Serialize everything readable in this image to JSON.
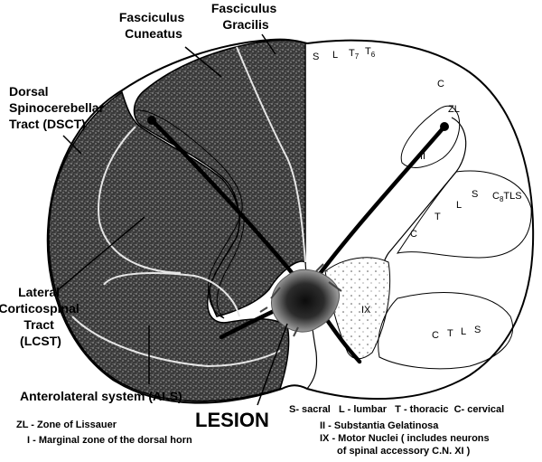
{
  "labels": {
    "fasciculus_cuneatus": [
      "Fasciculus",
      "Cuneatus"
    ],
    "fasciculus_gracilis": [
      "Fasciculus",
      "Gracilis"
    ],
    "dsct": [
      "Dorsal",
      "Spinocerebellar",
      "Tract (DSCT)"
    ],
    "lcst": [
      "Lateral",
      "Corticospinal",
      "Tract",
      "(LCST)"
    ],
    "als": "Anterolateral system (ALS)",
    "lesion": "LESION"
  },
  "inner_labels": {
    "dorsal_row": [
      "S",
      "L",
      "T",
      "T"
    ],
    "t7_sub": "7",
    "t6_sub": "6",
    "c_top": "C",
    "zl": "ZL",
    "ii": "II",
    "lateral_row1": [
      "S",
      "C",
      "TLS"
    ],
    "c8_sub": "8",
    "lateral_row2": [
      "C",
      "T",
      "L"
    ],
    "ix": "IX",
    "anterior_row": [
      "C",
      "T",
      "L",
      "S"
    ]
  },
  "legend": {
    "spinal_levels": "S- sacral   L - lumbar   T - thoracic  C- cervical",
    "left_lines": [
      "ZL - Zone of Lissauer",
      "I - Marginal zone of the dorsal horn"
    ],
    "right_lines": [
      "II - Substantia Gelatinosa",
      "IX - Motor Nuclei ( includes neurons",
      "of spinal accessory C.N. XI )"
    ]
  }
}
